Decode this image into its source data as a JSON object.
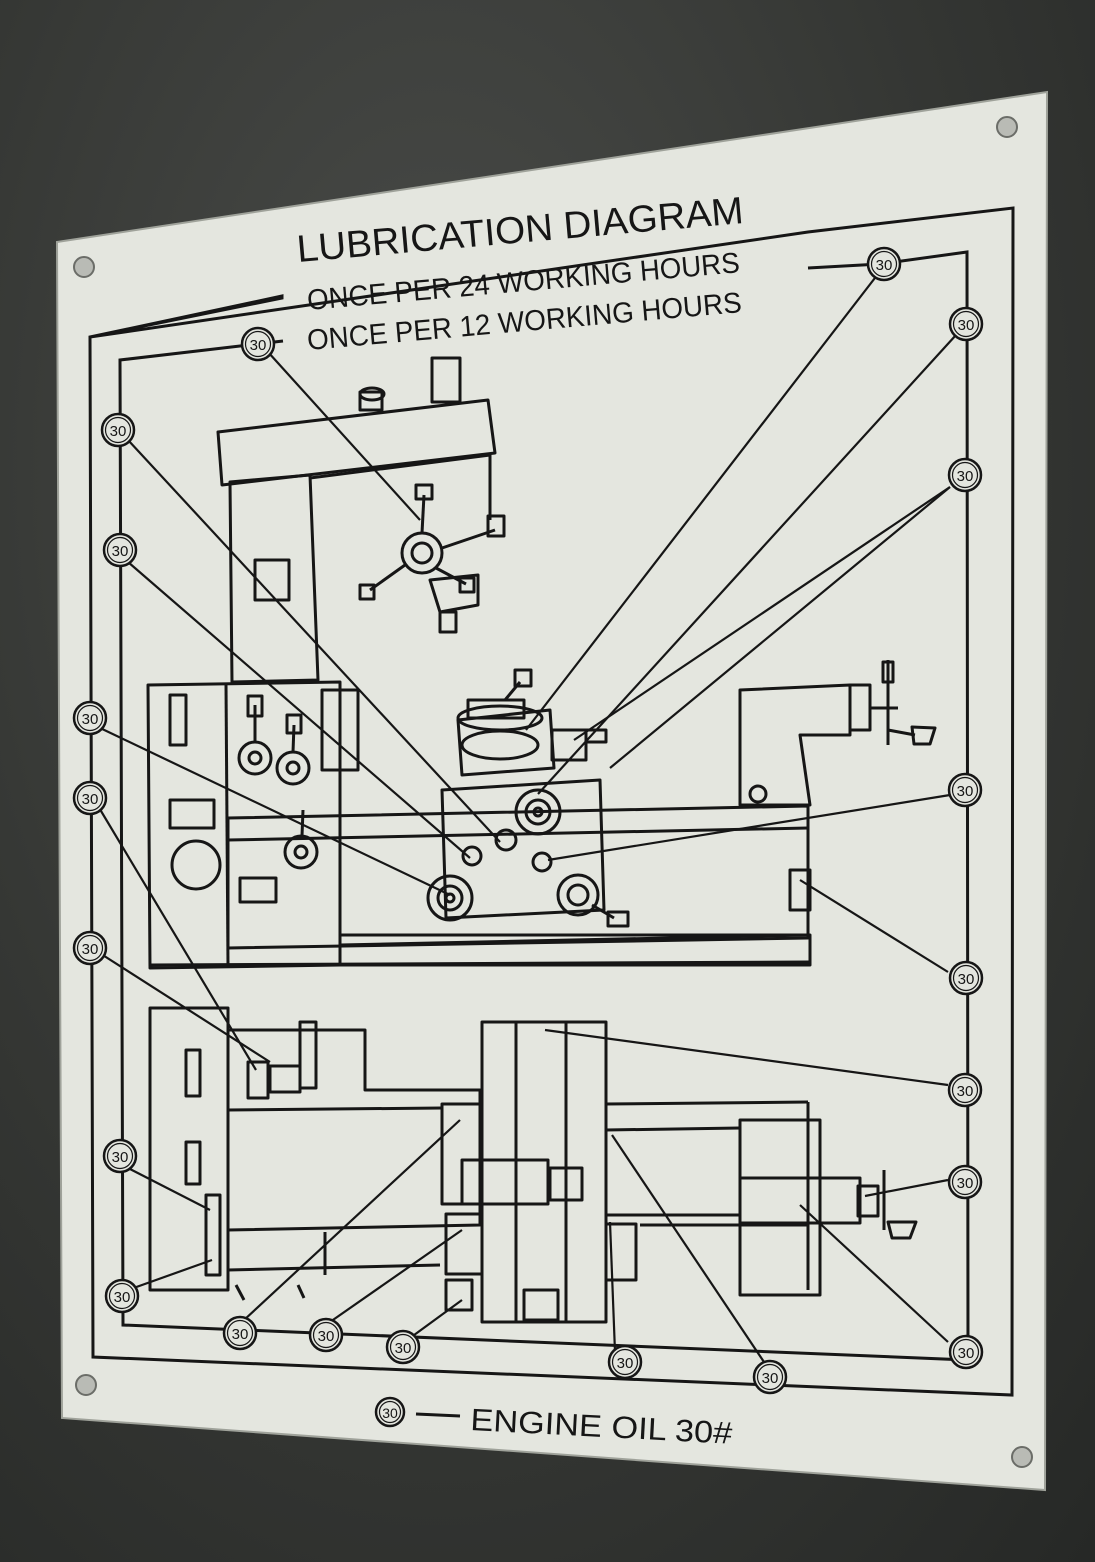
{
  "plate": {
    "title": "LUBRICATION DIAGRAM",
    "legend_24h": "ONCE PER 24 WORKING HOURS",
    "legend_12h": "ONCE PER 12 WORKING HOURS",
    "footer_text": "ENGINE OIL 30#",
    "marker_label": "30",
    "marker_count": 21
  },
  "colors": {
    "wall": "#333532",
    "plate": "#e4e6df",
    "ink": "#161616"
  }
}
